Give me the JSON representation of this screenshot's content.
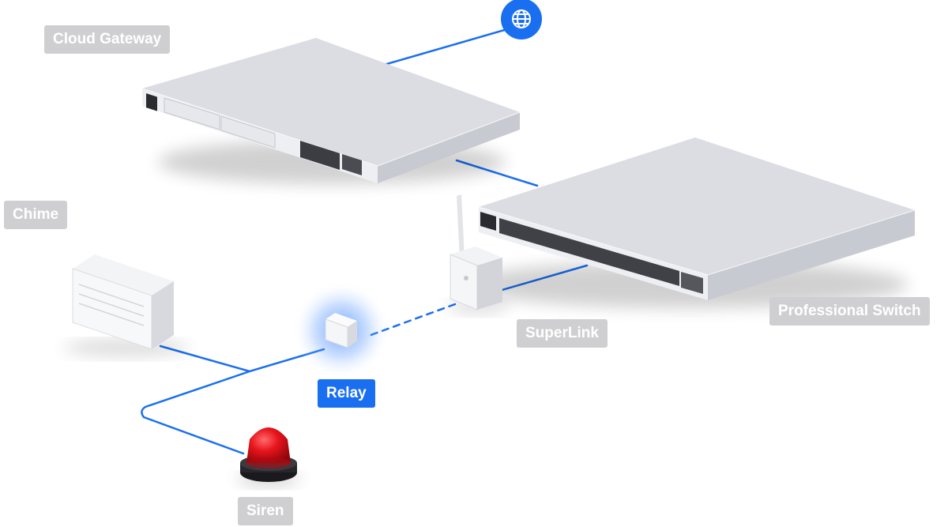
{
  "labels": {
    "cloud_gateway": "Cloud Gateway",
    "chime": "Chime",
    "relay": "Relay",
    "superlink": "SuperLink",
    "professional_switch": "Professional Switch",
    "siren": "Siren"
  },
  "colors": {
    "link": "#1a6ff0",
    "label_bg": "#cfcfd1",
    "label_active_bg": "#1a6ff0",
    "device_body": "#e4e5ea",
    "siren_red": "#e0141c"
  },
  "icons": {
    "internet": "globe-icon"
  },
  "links": [
    {
      "from": "internet",
      "to": "cloud_gateway",
      "style": "solid"
    },
    {
      "from": "cloud_gateway",
      "to": "professional_switch",
      "style": "solid"
    },
    {
      "from": "professional_switch",
      "to": "superlink",
      "style": "solid"
    },
    {
      "from": "superlink",
      "to": "relay",
      "style": "dashed"
    },
    {
      "from": "relay",
      "to": "chime",
      "style": "solid"
    },
    {
      "from": "relay",
      "to": "siren",
      "style": "solid"
    }
  ]
}
